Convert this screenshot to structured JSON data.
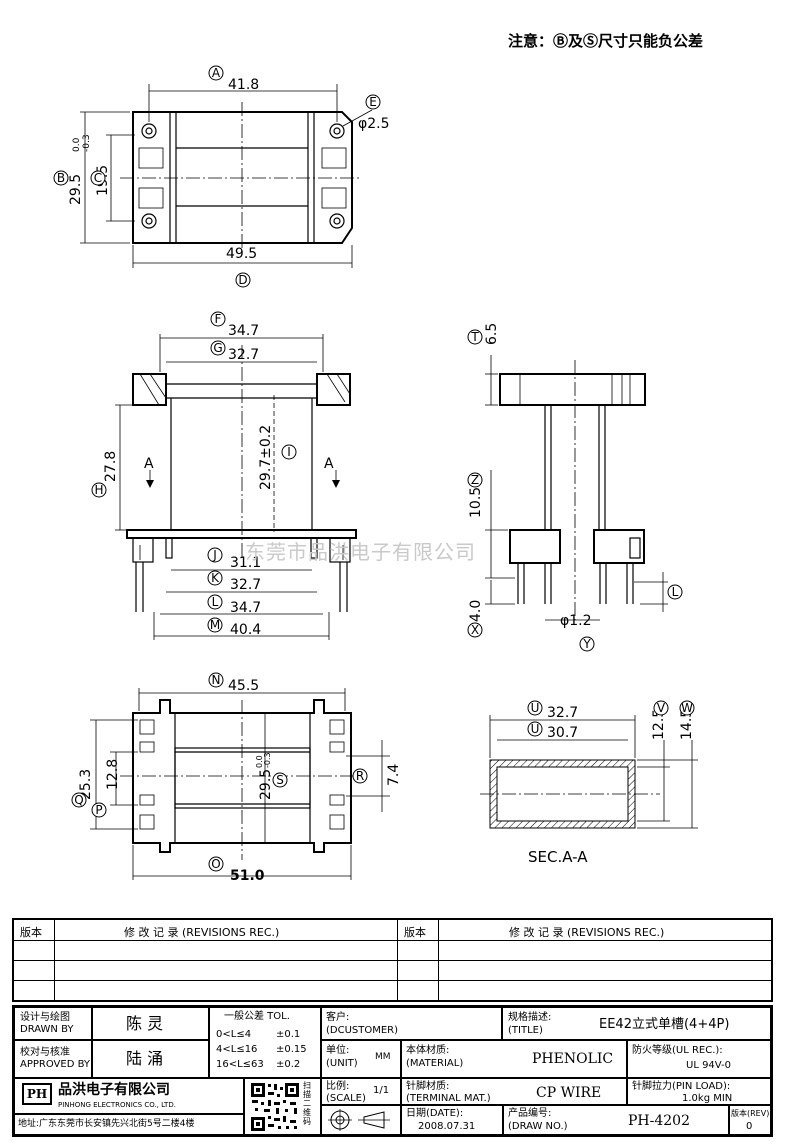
{
  "note": "注意：Ⓑ及Ⓢ尺寸只能负公差",
  "watermark": "东莞市品洪电子有限公司",
  "drawing": {
    "top_view": {
      "dims": {
        "A": "41.8",
        "D": "49.5",
        "B": "29.5",
        "C": "19.5",
        "E": "φ2.5",
        "tol_upper": "0.0",
        "tol_lower": "-0.3"
      },
      "letters": {
        "A": "A",
        "D": "D",
        "B": "B",
        "C": "C",
        "E": "E"
      }
    },
    "front_view": {
      "dims": {
        "F": "34.7",
        "G": "32.7",
        "H": "27.8",
        "I": "29.7±0.2",
        "J": "31.1",
        "K": "32.7",
        "L": "34.7",
        "M": "40.4"
      },
      "letters": {
        "F": "F",
        "G": "G",
        "H": "H",
        "I": "I",
        "J": "J",
        "K": "K",
        "L": "L",
        "M": "M"
      },
      "section_marks": [
        "A",
        "A"
      ]
    },
    "side_view": {
      "dims": {
        "T": "6.5",
        "Z": "10.5",
        "X": "4.0",
        "Y": "φ1.2"
      },
      "letters": {
        "T": "T",
        "Z": "Z",
        "X": "X",
        "Y": "Y",
        "L": "L"
      }
    },
    "bottom_view": {
      "dims": {
        "N": "45.5",
        "O": "51.0",
        "Q": "25.3",
        "P": "12.8",
        "S": "29.5",
        "S_tol_upper": "0.0",
        "S_tol_lower": "-0.3",
        "R": "7.4"
      },
      "letters": {
        "N": "N",
        "O": "O",
        "Q": "Q",
        "P": "P",
        "S": "S",
        "R": "R"
      }
    },
    "section_view": {
      "dims": {
        "U": "32.7",
        "U2": "30.7",
        "V": "12.5",
        "W": "14.5"
      },
      "letters": {
        "U": "U",
        "U2": "U",
        "V": "V",
        "W": "W"
      },
      "caption": "SEC.A-A"
    }
  },
  "revisions": {
    "col_version": "版本",
    "col_record": "修 改 记 录 (REVISIONS REC.)"
  },
  "title_block": {
    "design_cn": "设计与绘图",
    "design_en": "DRAWN BY",
    "designer": "陈 灵",
    "check_cn": "校对与核准",
    "check_en": "APPROVED BY",
    "checker": "陆 涌",
    "tol_title": "一般公差 TOL.",
    "tol_rows": [
      {
        "range": "0<L≤4",
        "value": "±0.1"
      },
      {
        "range": "4<L≤16",
        "value": "±0.15"
      },
      {
        "range": "16<L≤63",
        "value": "±0.2"
      }
    ],
    "customer_cn": "客户:",
    "customer_en": "(DCUSTOMER)",
    "unit_cn": "单位:",
    "unit_en": "(UNIT)",
    "unit_value": "MM",
    "scale_cn": "比例:",
    "scale_en": "(SCALE)",
    "scale_value": "1/1",
    "title_cn": "规格描述:",
    "title_en": "(TITLE)",
    "title_value": "EE42立式单槽(4+4P)",
    "material_cn": "本体材质:",
    "material_en": "(MATERIAL)",
    "material_value": "PHENOLIC",
    "fire_cn": "防火等级(UL REC.):",
    "fire_value": "UL 94V-0",
    "terminal_cn": "针脚材质:",
    "terminal_en": "(TERMINAL MAT.)",
    "terminal_value": "CP WIRE",
    "pinload_cn": "针脚拉力(PIN LOAD):",
    "pinload_value": "1.0kg MIN",
    "date_cn": "日期(DATE):",
    "date_value": "2008.07.31",
    "drawno_cn": "产品编号:",
    "drawno_en": "(DRAW NO.)",
    "drawno_value": "PH-4202",
    "rev_cn": "版本(REV):",
    "rev_value": "0",
    "company_logo": "PH",
    "company_name": "品洪电子有限公司",
    "company_en": "PINHONG ELECTRONICS CO., LTD.",
    "address": "地址:广东东莞市长安镇先兴北街5号二楼4楼",
    "qr_caption": "扫描二维码"
  }
}
